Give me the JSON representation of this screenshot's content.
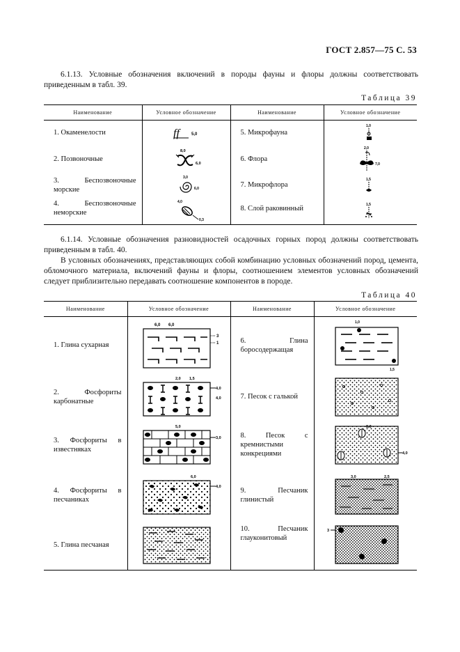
{
  "header": "ГОСТ 2.857—75 С. 53",
  "para_613": "6.1.13. Условные обозначения включений в породы фауны и флоры должны соответствовать приведенным в табл. 39.",
  "table39": {
    "label": "Таблица 39",
    "headers": [
      "Наименование",
      "Условное обозначение",
      "Наименование",
      "Условное обозначение"
    ],
    "rows": [
      {
        "left": "1. Окаменелости",
        "right": "5. Микрофауна"
      },
      {
        "left": "2. Позвоночные",
        "right": "6. Флора"
      },
      {
        "left": "3. Беспозвоночные морские",
        "right": "7. Микрофлора"
      },
      {
        "left": "4. Беспозвоночные неморские",
        "right": "8. Слой раковинный"
      }
    ],
    "dims": {
      "r1": "5,0",
      "r2a": "8,0",
      "r2b": "6,0",
      "r3a": "3,0",
      "r3b": "6,0",
      "r4a": "4,0",
      "r4b": "0,3",
      "m5": "1,0",
      "m6a": "2,0",
      "m6b": "7,0",
      "m7": "1,5",
      "m8": "1,5"
    }
  },
  "para_614": "6.1.14. Условные обозначения разновидностей осадочных горных пород должны соответствовать приведенным в табл. 40.",
  "para_614b": "В условных обозначениях, представляющих собой комбинацию условных обозначений пород, цемента, обломочного материала, включений фауны и флоры, соотношением элементов условных обозначений следует приблизительно передавать соотношение компонентов в породе.",
  "table40": {
    "label": "Таблица 40",
    "headers": [
      "Наименование",
      "Условное обозначение",
      "Наименование",
      "Условное обозначение"
    ],
    "rows": [
      {
        "left": "1. Глина сухарная",
        "right": "6. Глина боросодержащая"
      },
      {
        "left": "2. Фосфориты карбонатные",
        "right": "7. Песок с галькой"
      },
      {
        "left": "3. Фосфориты в известняках",
        "right": "8. Песок с кремнистыми конкрециями"
      },
      {
        "left": "4. Фосфориты в песчаниках",
        "right": "9. Песчаник глинистый"
      },
      {
        "left": "5. Глина песчаная",
        "right": "10. Песчаник глауконитовый"
      }
    ],
    "dims": {
      "c1a": "6,0",
      "c1b": "6,0",
      "c1c": "3",
      "c1d": "1",
      "c2a": "2,0",
      "c2b": "1,5",
      "c2c": "4,0",
      "c2d": "4,0",
      "c3a": "5,0",
      "c3b": "3,0",
      "c4a": "6,0",
      "c4b": "4,0",
      "c6a": "1,0",
      "c6b": "1,5",
      "c8a": "8,0",
      "c8b": "4,0",
      "c9a": "3,0",
      "c9b": "2,5",
      "c10": "3"
    }
  }
}
